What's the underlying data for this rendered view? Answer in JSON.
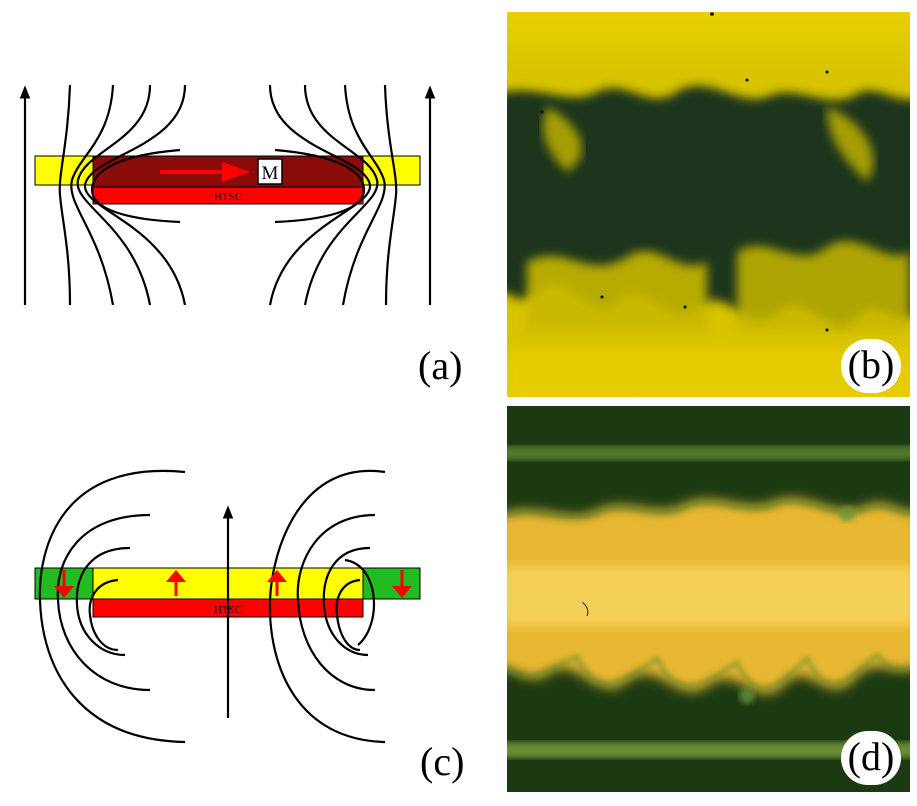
{
  "panels": {
    "a": {
      "label": "(a)",
      "strip_label": "HTSC",
      "magnetization_label": "M",
      "colors": {
        "film": "#ffff00",
        "magnetized": "#8b0a0a",
        "htsc": "#ff0000",
        "arrow": "#ff0000"
      }
    },
    "b": {
      "label": "(b)",
      "colors": {
        "bright": "#e6c800",
        "dark": "#142e14"
      }
    },
    "c": {
      "label": "(c)",
      "strip_label": "HTSC",
      "colors": {
        "film": "#ffff00",
        "edge_domain": "#22bb22",
        "htsc": "#ff0000",
        "arrow": "#ff0000"
      }
    },
    "d": {
      "label": "(d)",
      "colors": {
        "bright": "#f0c040",
        "dark": "#1c3a12"
      }
    }
  }
}
